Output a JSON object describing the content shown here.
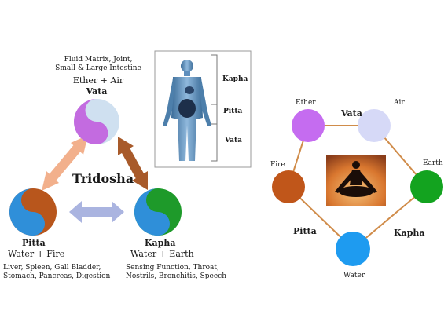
{
  "left_diagram": {
    "vata_organs": [
      "Fluid Matrix, Joint,",
      "Small & Large Intestine"
    ],
    "vata_elements": "Ether + Air",
    "vata_name": "Vata",
    "center_title": "Tridosha",
    "pitta_name": "Pitta",
    "pitta_elements": "Water + Fire",
    "pitta_organs": [
      "Liver, Spleen, Gall Bladder,",
      "Stomach,  Pancreas,  Digestion"
    ],
    "kapha_name": "Kapha",
    "kapha_elements": "Water + Earth",
    "kapha_organs": [
      "Sensing Function, Throat,",
      "Nostrils, Bronchitis, Speech"
    ]
  },
  "body_figure": {
    "labels": [
      "Kapha",
      "Pitta",
      "Vata"
    ]
  },
  "right_diagram": {
    "elements": [
      "Ether",
      "Air",
      "Earth",
      "Water",
      "Fire"
    ],
    "doshas": [
      "Vata",
      "Kapha",
      "Pitta"
    ]
  },
  "colors": {
    "vata_purple": "#c36be0",
    "vata_light": "#cfe0f0",
    "pitta_blue": "#2f8fd9",
    "pitta_orange": "#b8561c",
    "kapha_blue": "#2f8fd9",
    "kapha_green": "#1e9a2a",
    "arrow_peach": "#f2b08c",
    "arrow_brown": "#a85a2a",
    "arrow_lavender": "#aab4e0",
    "ring_line": "#d08c4a",
    "ether": "#c56cf0",
    "air": "#d6d9f7",
    "earth": "#13a31f",
    "water": "#1e9bf0",
    "fire": "#c0561a"
  }
}
